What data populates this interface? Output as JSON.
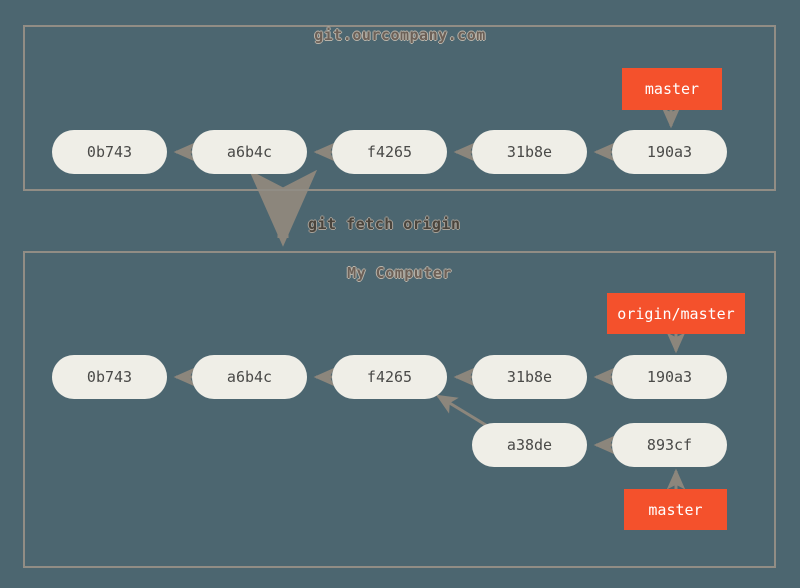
{
  "diagram": {
    "title_remote": "git.ourcompany.com",
    "title_local": "My Computer",
    "operation_label": "git fetch origin",
    "colors": {
      "background": "#4c6670",
      "frame_border": "#918d85",
      "commit_fill": "#efeee7",
      "commit_text": "#4a4a48",
      "branch_fill": "#f4512c",
      "branch_text": "#ffffff",
      "arrow": "#8c867c",
      "title_text": "#6c6057"
    }
  },
  "remote": {
    "commits": [
      {
        "id": "0b743"
      },
      {
        "id": "a6b4c"
      },
      {
        "id": "f4265"
      },
      {
        "id": "31b8e"
      },
      {
        "id": "190a3"
      }
    ],
    "branches": [
      {
        "name": "master",
        "points_to": "190a3"
      }
    ]
  },
  "local": {
    "commits_main": [
      {
        "id": "0b743"
      },
      {
        "id": "a6b4c"
      },
      {
        "id": "f4265"
      },
      {
        "id": "31b8e"
      },
      {
        "id": "190a3"
      }
    ],
    "commits_branch": [
      {
        "id": "a38de"
      },
      {
        "id": "893cf"
      }
    ],
    "branches": [
      {
        "name": "origin/master",
        "points_to": "190a3"
      },
      {
        "name": "master",
        "points_to": "893cf"
      }
    ]
  }
}
